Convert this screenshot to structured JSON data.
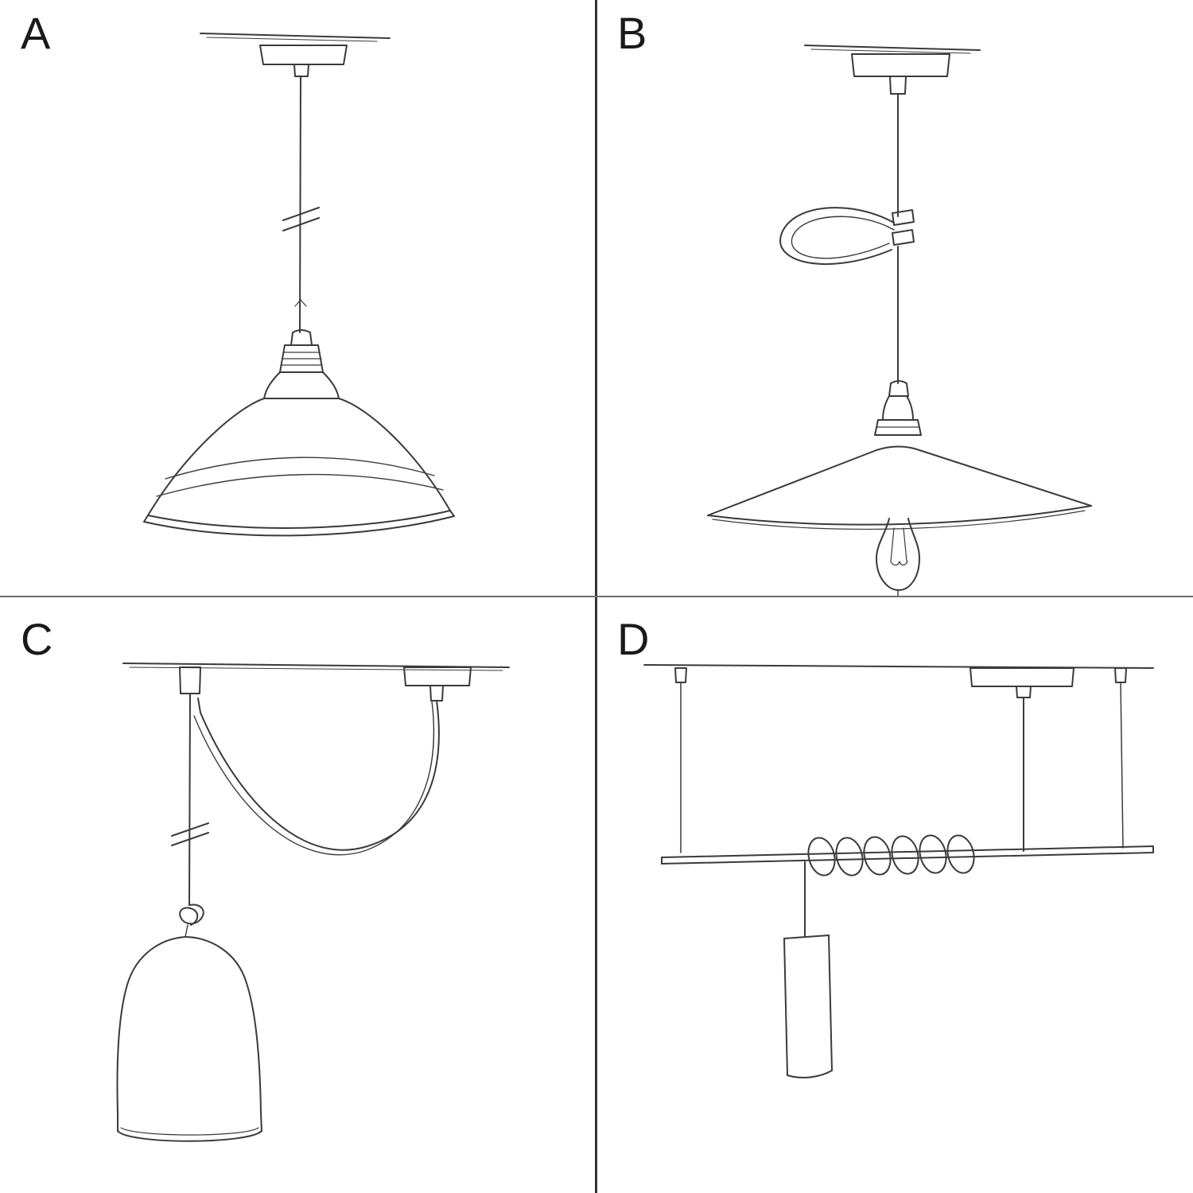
{
  "page": {
    "background_color": "#ffffff",
    "ink_color": "#3a3a3a",
    "divider_color": "#353535"
  },
  "panels": [
    {
      "label": "A",
      "sketch_name": "pendant-cable-with-industrial-barn-shade-sketch"
    },
    {
      "label": "B",
      "sketch_name": "pendant-with-loop-clip-flat-plate-shade-and-bulb-sketch"
    },
    {
      "label": "C",
      "sketch_name": "swag-pendant-with-hook-knot-and-bell-cloche-shade-sketch"
    },
    {
      "label": "D",
      "sketch_name": "bar-suspension-with-coiled-cable-and-cylinder-shade-sketch"
    }
  ]
}
